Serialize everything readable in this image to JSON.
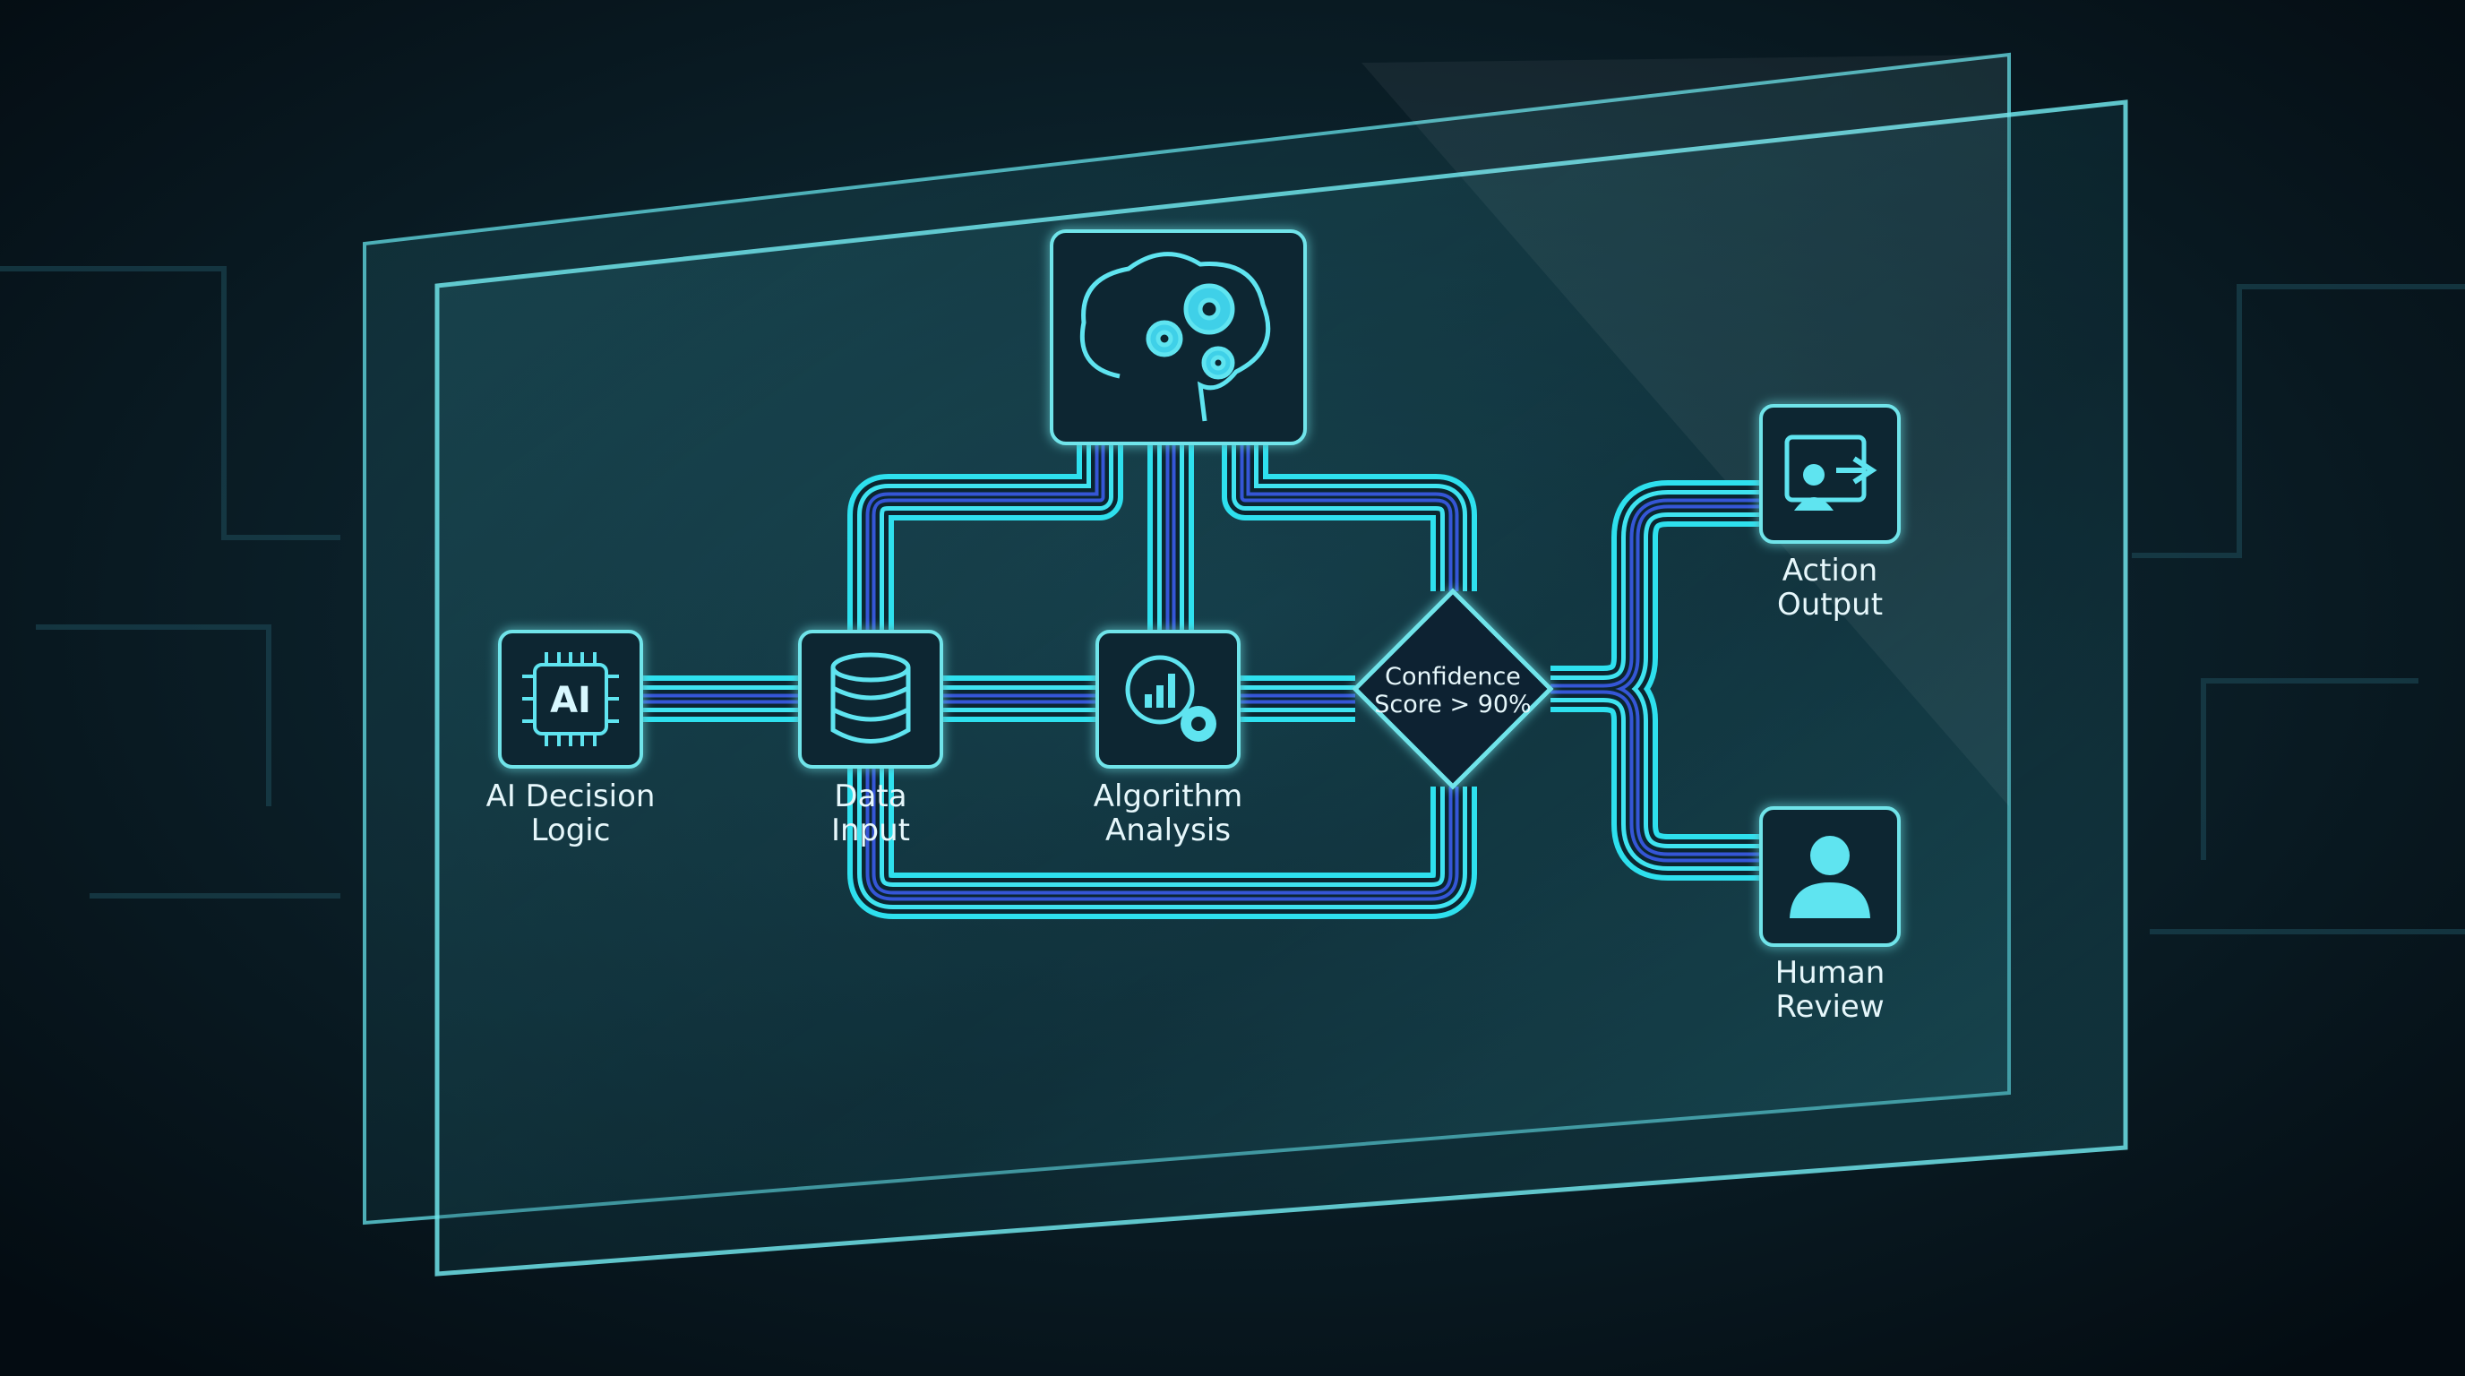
{
  "diagram": {
    "nodes": {
      "brain": {
        "icon": "brain-gears-icon"
      },
      "ai": {
        "icon": "ai-chip-icon",
        "line1": "AI Decision",
        "line2": "Logic"
      },
      "data": {
        "icon": "database-icon",
        "line1": "Data",
        "line2": "Input"
      },
      "algorithm": {
        "icon": "chart-gear-icon",
        "line1": "Algorithm",
        "line2": "Analysis"
      },
      "decision": {
        "line1": "Confidence",
        "line2": "Score > 90%"
      },
      "action": {
        "icon": "user-screen-arrow-icon",
        "line1": "Action",
        "line2": "Output"
      },
      "human": {
        "icon": "person-icon",
        "line1": "Human",
        "line2": "Review"
      }
    },
    "ai_chip_text": "AI"
  },
  "colors": {
    "cyan": "#2ee0ee",
    "blue": "#3556d6",
    "panel": "#3fb7c0",
    "bg": "#06141c"
  }
}
